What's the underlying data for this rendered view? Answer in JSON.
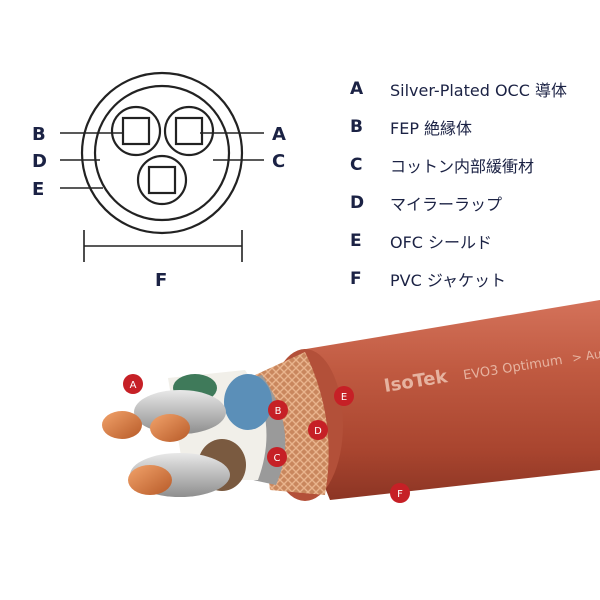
{
  "diagram": {
    "letters": {
      "B": "B",
      "D": "D",
      "E": "E",
      "A": "A",
      "C": "C",
      "F": "F"
    }
  },
  "legend": [
    {
      "letter": "A",
      "text": "Silver-Plated OCC 導体"
    },
    {
      "letter": "B",
      "text": "FEP 絶縁体"
    },
    {
      "letter": "C",
      "text": "コットン内部緩衝材"
    },
    {
      "letter": "D",
      "text": "マイラーラップ"
    },
    {
      "letter": "E",
      "text": "OFC シールド"
    },
    {
      "letter": "F",
      "text": "PVC ジャケット"
    }
  ],
  "cable": {
    "brand": "IsoTek",
    "model": "EVO3 Optimum",
    "grade": "> Audiophile Grade",
    "markers": {
      "A": "A",
      "B": "B",
      "C": "C",
      "D": "D",
      "E": "E",
      "F": "F"
    }
  },
  "colors": {
    "navy": "#1b2244",
    "jacket": "#b9523c",
    "marker": "#c62026"
  }
}
